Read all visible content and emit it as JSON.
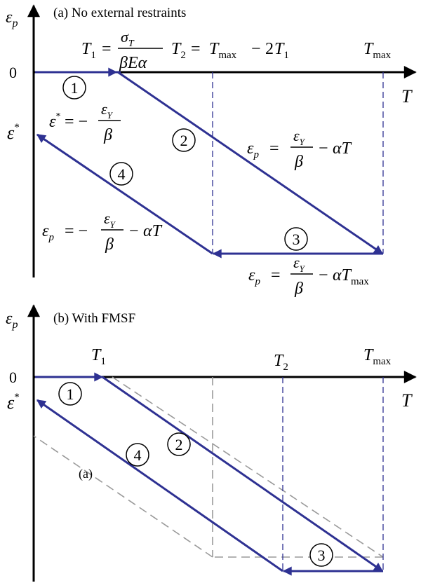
{
  "colors": {
    "primary": "#2e3192",
    "reference": "#9a9a9a",
    "axis": "#000000"
  },
  "panel_a": {
    "title": "(a) No external restraints",
    "y_axis_label": "ε_p",
    "x_axis_label": "T",
    "zero_label": "0",
    "estar_label": "ε*",
    "t1_formula": {
      "lhs": "T₁ =",
      "num": "σ_T",
      "den": "βEα"
    },
    "t2_formula": "T₂ = T_max − 2T₁",
    "tmax_label": "T_max",
    "step_numbers": [
      "1",
      "2",
      "3",
      "4"
    ],
    "estar_formula": {
      "lhs": "ε* = −",
      "num": "ε_Y",
      "den": "β"
    },
    "eq_path2": {
      "lhs": "ε_p =",
      "num": "ε_Y",
      "den": "β",
      "rhs": "− αT"
    },
    "eq_path4": {
      "lhs": "ε_p = −",
      "num": "ε_Y",
      "den": "β",
      "rhs": "− αT"
    },
    "eq_path3": {
      "lhs": "ε_p =",
      "num": "ε_Y",
      "den": "β",
      "rhs": "− αT_max"
    }
  },
  "panel_b": {
    "title": "(b) With FMSF",
    "y_axis_label": "ε_p",
    "x_axis_label": "T",
    "zero_label": "0",
    "estar_label": "ε*",
    "t1_label": "T₁",
    "t2_label": "T₂",
    "tmax_label": "T_max",
    "step_numbers": [
      "1",
      "2",
      "3",
      "4"
    ],
    "ref_label": "(a)"
  }
}
